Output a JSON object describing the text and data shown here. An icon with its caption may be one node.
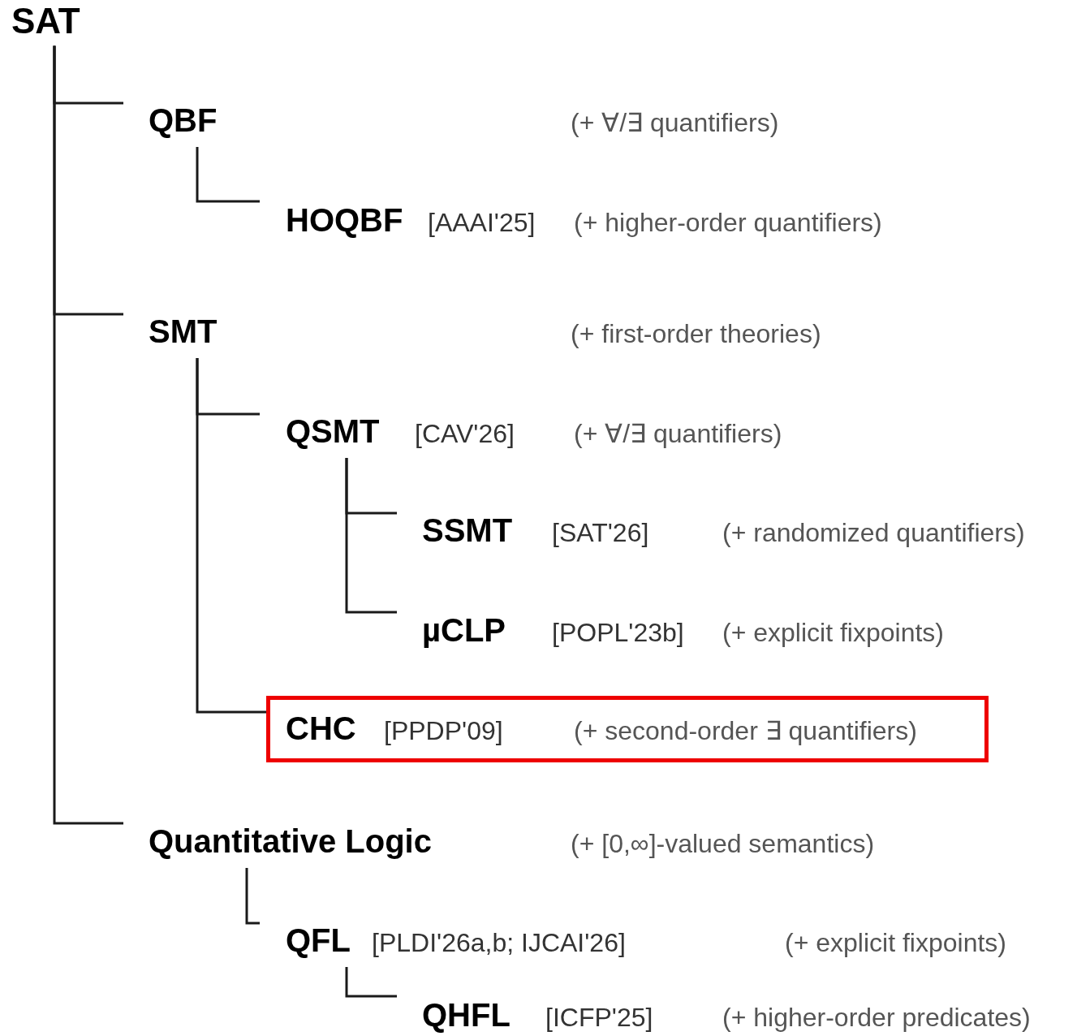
{
  "diagram": {
    "nodes": [
      {
        "text": [
          "SAT"
        ]
      },
      {
        "text": [
          "QBF"
        ],
        "beside": [
          "(+ ∀/∃ quantifiers)"
        ]
      },
      {
        "text": [
          "HOQBF",
          "[AAAI'25]"
        ],
        "beside": [
          "(+ higher-order quantifiers)"
        ]
      },
      {
        "text": [
          "SMT"
        ],
        "beside": [
          "(+ first-order theories)"
        ]
      },
      {
        "text": [
          "QSMT",
          "[CAV'26]"
        ],
        "beside": [
          "(+ ∀/∃ quantifiers)"
        ]
      },
      {
        "text": [
          "SSMT",
          "[SAT'26]"
        ],
        "beside": [
          "(+ randomized quantifiers)"
        ]
      },
      {
        "text": [
          "µCLP",
          "[POPL'23b]"
        ],
        "beside": [
          "(+ explicit fixpoints)"
        ]
      },
      {
        "text": [],
        "shape": "box"
      },
      {
        "text": [
          "CHC",
          "[PPDP'09]"
        ],
        "beside": [
          "(+ second-order ∃ quantifiers)"
        ],
        "in": 7
      },
      {
        "text": [
          "Quantitative Logic"
        ],
        "beside": [
          "(+ [0,∞]-valued semantics)"
        ]
      },
      {
        "text": [
          "QFL",
          "[PLDI'26a,b; IJCAI'26]"
        ],
        "beside": [
          "(+ explicit fixpoints)"
        ]
      },
      {
        "text": [
          "QHFL",
          "[ICFP'25]"
        ],
        "beside": [
          "(+ higher-order predicates)"
        ]
      }
    ],
    "edges": [
      {
        "from": 0,
        "to": 1,
        "arrow": "none"
      },
      {
        "from": 1,
        "to": 2,
        "arrow": "none"
      },
      {
        "from": 0,
        "to": 3,
        "arrow": "none"
      },
      {
        "from": 3,
        "to": 4,
        "arrow": "none"
      },
      {
        "from": 4,
        "to": 5,
        "arrow": "none"
      },
      {
        "from": 4,
        "to": 6,
        "arrow": "none"
      },
      {
        "from": 3,
        "to": 8,
        "arrow": "none"
      },
      {
        "from": 0,
        "to": 9,
        "arrow": "none"
      },
      {
        "from": 9,
        "to": 10,
        "arrow": "none"
      },
      {
        "from": 10,
        "to": 11,
        "arrow": "none"
      }
    ]
  }
}
